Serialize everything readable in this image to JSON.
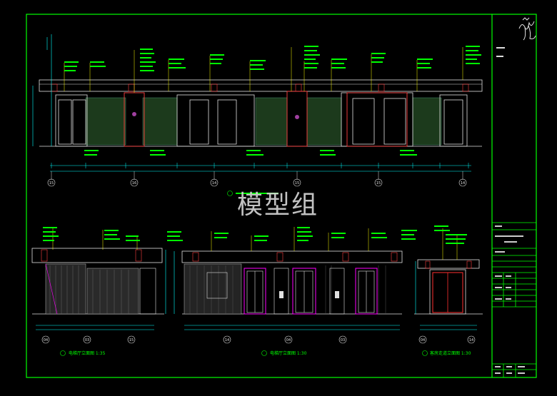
{
  "watermark": "模型组",
  "colors": {
    "background": "#000000",
    "frame": "#00ff00",
    "lines": "#e0e0e0",
    "dimensions": "#00ffff",
    "doors": "#ff00ff",
    "highlight": "#ff3030",
    "leaders": "#ffff00"
  },
  "elevations": [
    {
      "title": "电梯厅立面图 1:35"
    },
    {
      "title": "电梯厅立面图 1:30"
    },
    {
      "title": "客房走道立面图 1:30"
    }
  ],
  "top_axis_labels": [
    "15",
    "16",
    "14",
    "15",
    "15",
    "14"
  ],
  "bottom_left_axis_labels": [
    "04",
    "03",
    "15"
  ],
  "bottom_mid_axis_labels": [
    "14",
    "04",
    "03"
  ],
  "bottom_right_axis_labels": [
    "04",
    "14"
  ],
  "logo_icon": "signature-logo-icon"
}
